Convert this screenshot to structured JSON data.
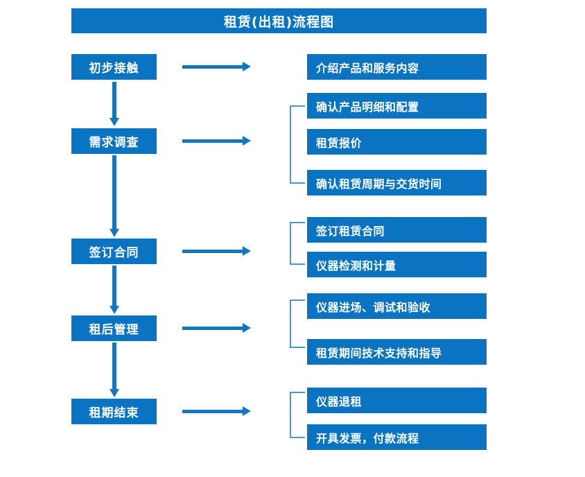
{
  "diagram": {
    "title": "租赁(出租)流程图",
    "accent_color": "#0B74C2",
    "arrow_color": "#1277BF",
    "bracket_color": "#4E95D0",
    "text_color": "#FFFFFF"
  },
  "stages": [
    {
      "label": "初步接触"
    },
    {
      "label": "需求调查"
    },
    {
      "label": "签订合同"
    },
    {
      "label": "租后管理"
    },
    {
      "label": "租期结束"
    }
  ],
  "details": [
    {
      "label": "介绍产品和服务内容"
    },
    {
      "label": "确认产品明细和配置"
    },
    {
      "label": "租赁报价"
    },
    {
      "label": "确认租赁周期与交货时间"
    },
    {
      "label": "签订租赁合同"
    },
    {
      "label": "仪器检测和计量"
    },
    {
      "label": "仪器进场、调试和验收"
    },
    {
      "label": "租赁期间技术支持和指导"
    },
    {
      "label": "仪器退租"
    },
    {
      "label": "开具发票，付款流程"
    }
  ],
  "chart_data": {
    "type": "diagram",
    "title": "租赁(出租)流程图",
    "layout": "two-column flowchart",
    "flow": [
      {
        "stage": "初步接触",
        "outputs": [
          "介绍产品和服务内容"
        ],
        "grouped": false
      },
      {
        "stage": "需求调查",
        "outputs": [
          "确认产品明细和配置",
          "租赁报价",
          "确认租赁周期与交货时间"
        ],
        "grouped": true
      },
      {
        "stage": "签订合同",
        "outputs": [
          "签订租赁合同",
          "仪器检测和计量"
        ],
        "grouped": true
      },
      {
        "stage": "租后管理",
        "outputs": [
          "仪器进场、调试和验收",
          "租赁期间技术支持和指导"
        ],
        "grouped": true
      },
      {
        "stage": "租期结束",
        "outputs": [
          "仪器退租",
          "开具发票，付款流程"
        ],
        "grouped": true
      }
    ],
    "sequence": [
      "初步接触",
      "需求调查",
      "签订合同",
      "租后管理",
      "租期结束"
    ]
  }
}
